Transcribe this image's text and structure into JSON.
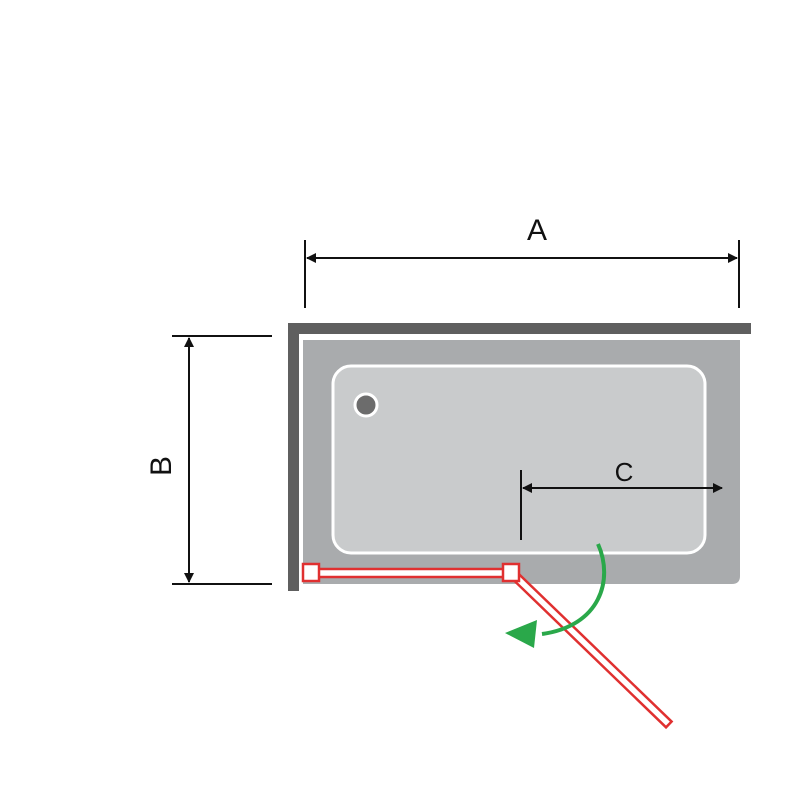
{
  "dimensions": {
    "width_label": "A",
    "depth_label": "B",
    "opening_label": "C"
  },
  "colors": {
    "wall": "#5f5f5f",
    "bath_outer": "#a9abad",
    "bath_inner": "#c9cbcc",
    "drain": "#6c6c6c",
    "screen": "#e03030",
    "swing_arrow": "#2aa84a",
    "dimension_line": "#111111"
  },
  "icons": {
    "swing": "curved-arrow-icon",
    "drain": "drain-icon"
  }
}
